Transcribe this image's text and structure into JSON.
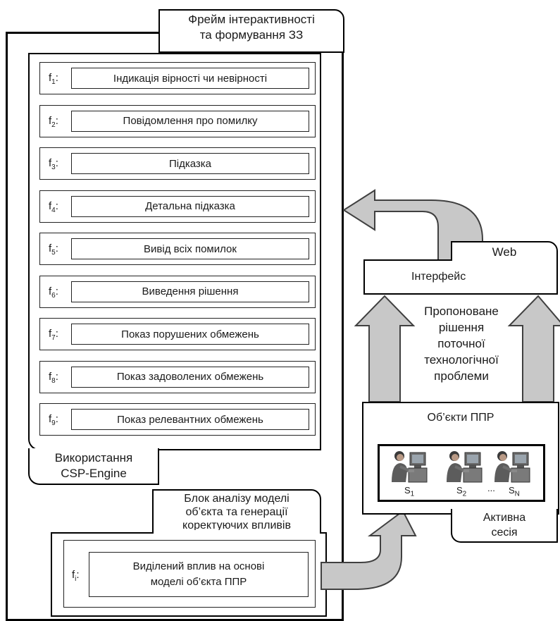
{
  "frame": {
    "title_line1": "Фрейм інтерактивності",
    "title_line2": "та формування ЗЗ"
  },
  "engine": {
    "caption_line1": "Використання",
    "caption_line2": "CSP-Engine",
    "functions": [
      {
        "symbol": "f",
        "index": "1",
        "label": "Індикація вірності чи невірності"
      },
      {
        "symbol": "f",
        "index": "2",
        "label": "Повідомлення про помилку"
      },
      {
        "symbol": "f",
        "index": "3",
        "label": "Підказка"
      },
      {
        "symbol": "f",
        "index": "4",
        "label": "Детальна підказка"
      },
      {
        "symbol": "f",
        "index": "5",
        "label": "Вивід всіх помилок"
      },
      {
        "symbol": "f",
        "index": "6",
        "label": "Виведення рішення"
      },
      {
        "symbol": "f",
        "index": "7",
        "label": "Показ порушених обмежень"
      },
      {
        "symbol": "f",
        "index": "8",
        "label": "Показ задоволених обмежень"
      },
      {
        "symbol": "f",
        "index": "9",
        "label": "Показ релевантних обмежень"
      }
    ]
  },
  "analysis": {
    "title_line1": "Блок аналізу моделі",
    "title_line2": "об’єкта та генерації",
    "title_line3": "коректуючих впливів",
    "symbol": "f",
    "index": "i",
    "label_line1": "Виділений вплив на основі",
    "label_line2": "моделі об’єкта ППР"
  },
  "web": {
    "tab_label": "Web",
    "interface_label": "Інтерфейс"
  },
  "proposed": {
    "line1": "Пропоноване",
    "line2": "рішення",
    "line3": "поточної",
    "line4": "технологічної",
    "line5": "проблеми"
  },
  "ppr": {
    "title": "Об’єкти ППР",
    "sessions": [
      {
        "symbol": "S",
        "index": "1"
      },
      {
        "symbol": "S",
        "index": "2"
      },
      {
        "symbol": "S",
        "index": "N"
      }
    ],
    "ellipsis": "...",
    "icon": "person-at-computer-icon"
  },
  "active_session": {
    "line1": "Активна",
    "line2": "сесія"
  },
  "colors": {
    "arrow_fill": "#c8c8c8",
    "arrow_stroke": "#404040",
    "border": "#000000"
  }
}
